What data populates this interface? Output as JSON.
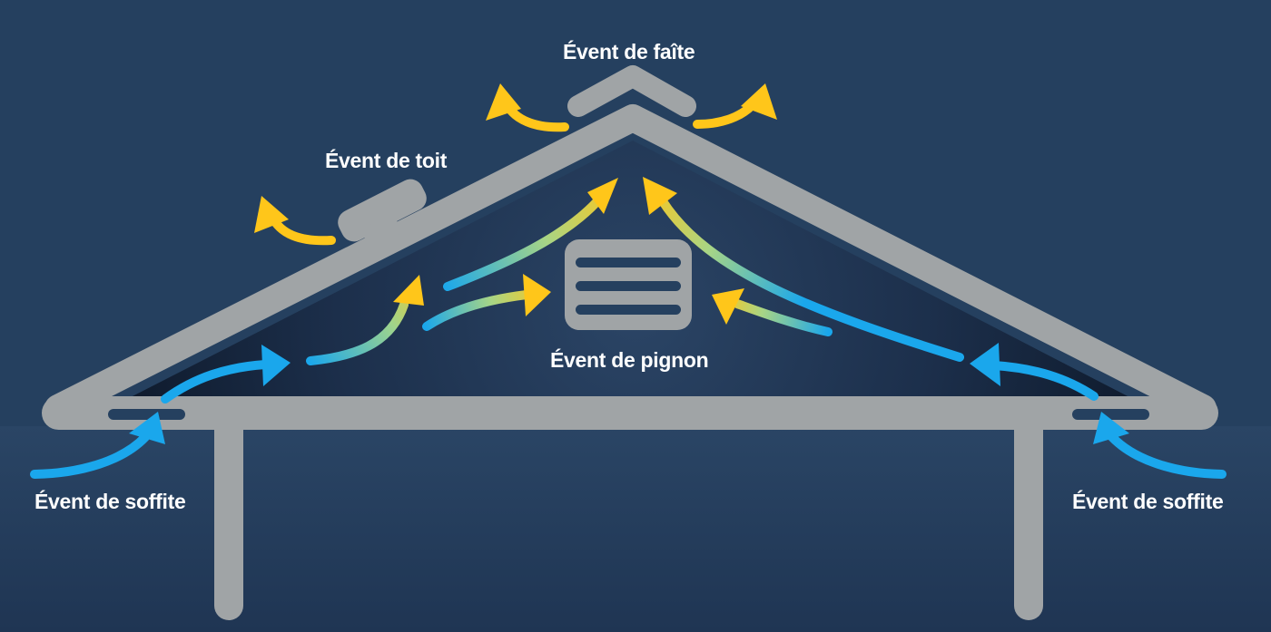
{
  "labels": {
    "ridge_vent": "Évent de faîte",
    "roof_vent": "Évent de toit",
    "gable_vent": "Évent de pignon",
    "soffit_vent_left": "Évent de soffite",
    "soffit_vent_right": "Évent de soffite"
  },
  "colors": {
    "background": "#25405f",
    "structure": "#a0a4a6",
    "intake_air": "#1aa7ec",
    "exhaust_air": "#ffc61a",
    "attic_dark": "#0e1a2e"
  }
}
